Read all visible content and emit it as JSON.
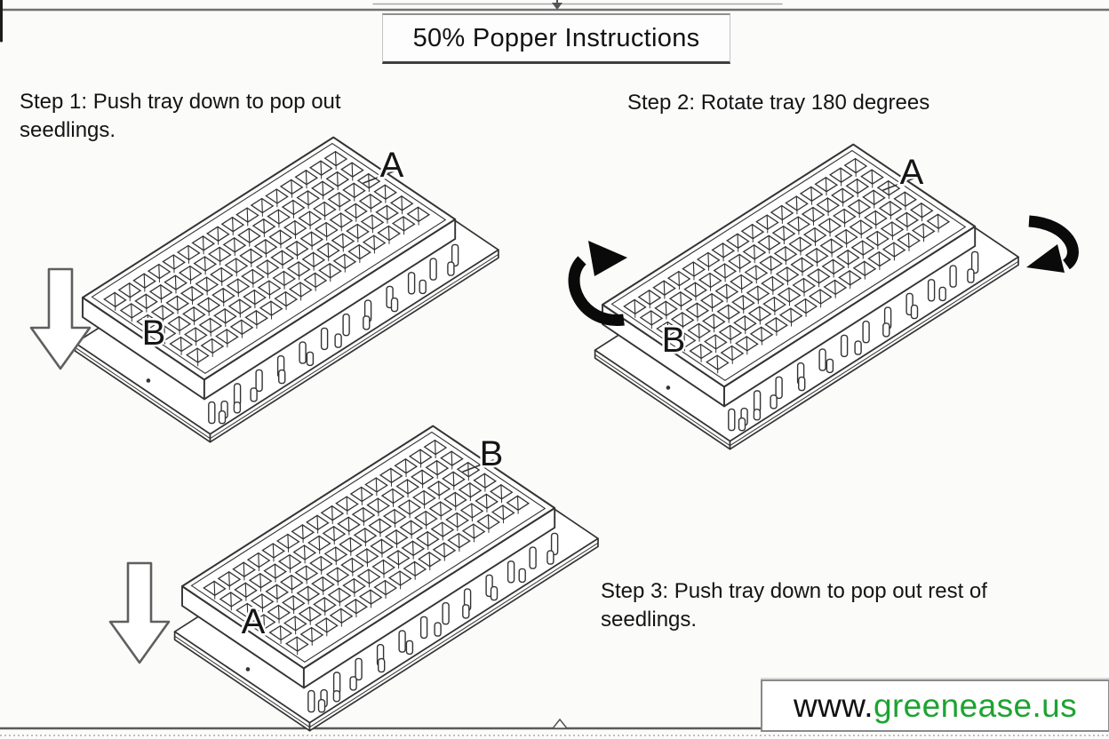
{
  "title": "50% Popper Instructions",
  "steps": [
    {
      "caption": "Step 1: Push tray down to pop out seedlings.",
      "top_corner_label": "A",
      "side_corner_label": "B",
      "arrow_type": "down"
    },
    {
      "caption": "Step 2: Rotate tray 180 degrees",
      "top_corner_label": "A",
      "side_corner_label": "B",
      "arrow_type": "rotate"
    },
    {
      "caption": "Step 3: Push tray down to pop out rest of seedlings.",
      "top_corner_label": "B",
      "side_corner_label": "A",
      "arrow_type": "down"
    }
  ],
  "website": {
    "prefix": "www.",
    "domain": "greenease.us",
    "domain_color": "#1da331"
  },
  "colors": {
    "line": "#333333",
    "outline_gray": "#5f5f5f",
    "arrow_black": "#0a0a0a"
  }
}
